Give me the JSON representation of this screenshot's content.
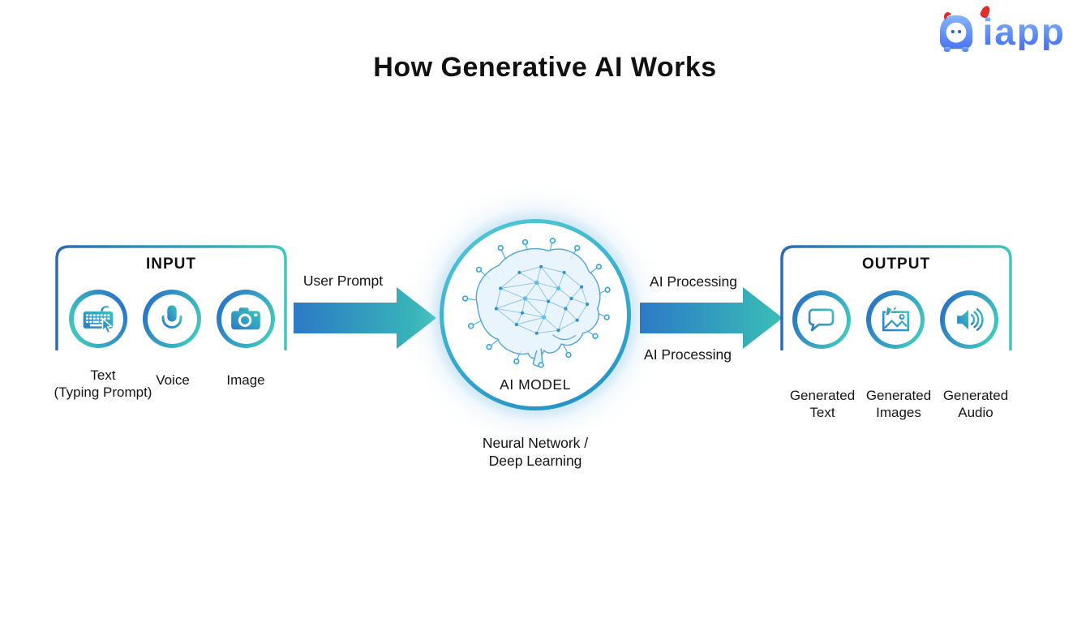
{
  "title": "How Generative AI Works",
  "logo": {
    "brand": "iapp"
  },
  "input": {
    "heading": "INPUT",
    "items": [
      {
        "icon": "keyboard-icon",
        "line1": "Text",
        "line2": "(Typing Prompt)"
      },
      {
        "icon": "microphone-icon",
        "line1": "Voice",
        "line2": ""
      },
      {
        "icon": "camera-icon",
        "line1": "Image",
        "line2": ""
      }
    ]
  },
  "flow": {
    "left_arrow_label": "User Prompt",
    "right_arrow_label_top": "AI Processing",
    "right_arrow_label_bottom": "AI Processing"
  },
  "model": {
    "name": "AI MODEL",
    "caption_line1": "Neural Network /",
    "caption_line2": "Deep Learning"
  },
  "output": {
    "heading": "OUTPUT",
    "items": [
      {
        "icon": "chat-bubble-icon",
        "line1": "Generated",
        "line2": "Text"
      },
      {
        "icon": "image-icon",
        "line1": "Generated",
        "line2": "Images"
      },
      {
        "icon": "speaker-icon",
        "line1": "Generated",
        "line2": "Audio"
      }
    ]
  },
  "colors": {
    "arrow_gradient_start": "#2b7ac6",
    "arrow_gradient_end": "#3abfb6",
    "box_border_start": "#2b6cb4",
    "box_border_end": "#3fc6be",
    "ring_teal": "#3fc6be",
    "ring_blue": "#2b78c5",
    "logo_blue": "#5b8ef8",
    "logo_red": "#df2f2c"
  }
}
